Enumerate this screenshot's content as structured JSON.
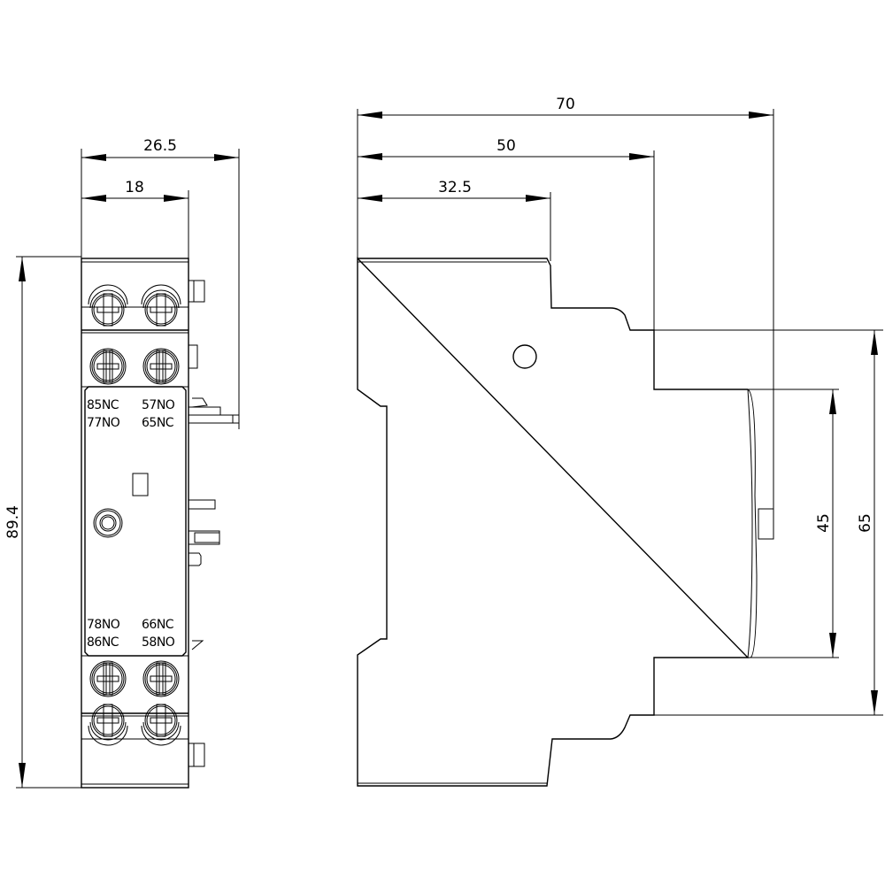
{
  "drawing": {
    "type": "dimensioned technical drawing",
    "units": "mm",
    "views": [
      {
        "name": "front-view",
        "description": "Auxiliary contact block, front"
      },
      {
        "name": "side-view",
        "description": "Auxiliary contact block, side profile"
      }
    ]
  },
  "front_view": {
    "dimensions": {
      "width_total": "26.5",
      "width_body": "18",
      "height": "89.4"
    },
    "terminal_labels": {
      "top_row1_left": "85NC",
      "top_row1_right": "57NO",
      "top_row2_left": "77NO",
      "top_row2_right": "65NC",
      "bottom_row1_left": "78NO",
      "bottom_row1_right": "66NC",
      "bottom_row2_left": "86NC",
      "bottom_row2_right": "58NO"
    }
  },
  "side_view": {
    "dimensions": {
      "depth_total": "70",
      "depth_mid": "50",
      "depth_front": "32.5",
      "height_rail": "45",
      "height_step": "65"
    }
  },
  "colors": {
    "line": "#000000",
    "background": "#ffffff"
  }
}
